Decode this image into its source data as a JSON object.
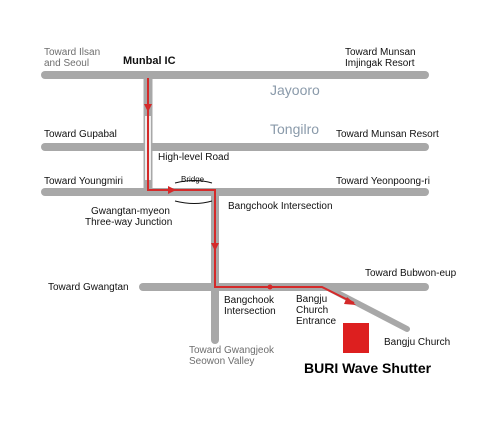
{
  "map": {
    "road_names": {
      "jayooro": "Jayooro",
      "tongilro": "Tongilro"
    },
    "interchange": "Munbal IC",
    "towards": {
      "ilsan_seoul": [
        "Toward Ilsan",
        "and Seoul"
      ],
      "munsan_imjingak": [
        "Toward Munsan",
        "Imjingak Resort"
      ],
      "gupabal": "Toward Gupabal",
      "munsan_resort": "Toward Munsan Resort",
      "youngmiri": "Toward Youngmiri",
      "yeonpoong": "Toward Yeonpoong-ri",
      "gwangtan": "Toward Gwangtan",
      "bubwon": "Toward Bubwon-eup",
      "gwangjeok": [
        "Toward Gwangjeok",
        "Seowon Valley"
      ]
    },
    "places": {
      "high_level_road": "High-level Road",
      "bridge": "Bridge",
      "three_way_junction": [
        "Gwangtan-myeon",
        "Three-way Junction"
      ],
      "bangchook_intersection_top": "Bangchook Intersection",
      "bangchook_intersection_bottom": [
        "Bangchook",
        "Intersection"
      ],
      "bangju_church_entrance": [
        "Bangju",
        "Church",
        "Entrance"
      ],
      "bangju_church": "Bangju Church"
    },
    "destination": "BURI Wave Shutter",
    "colors": {
      "road": "#a8a8a8",
      "route": "#d42a2a",
      "marker": "#dd1f1f",
      "road_label": "#8a9aaa"
    }
  }
}
